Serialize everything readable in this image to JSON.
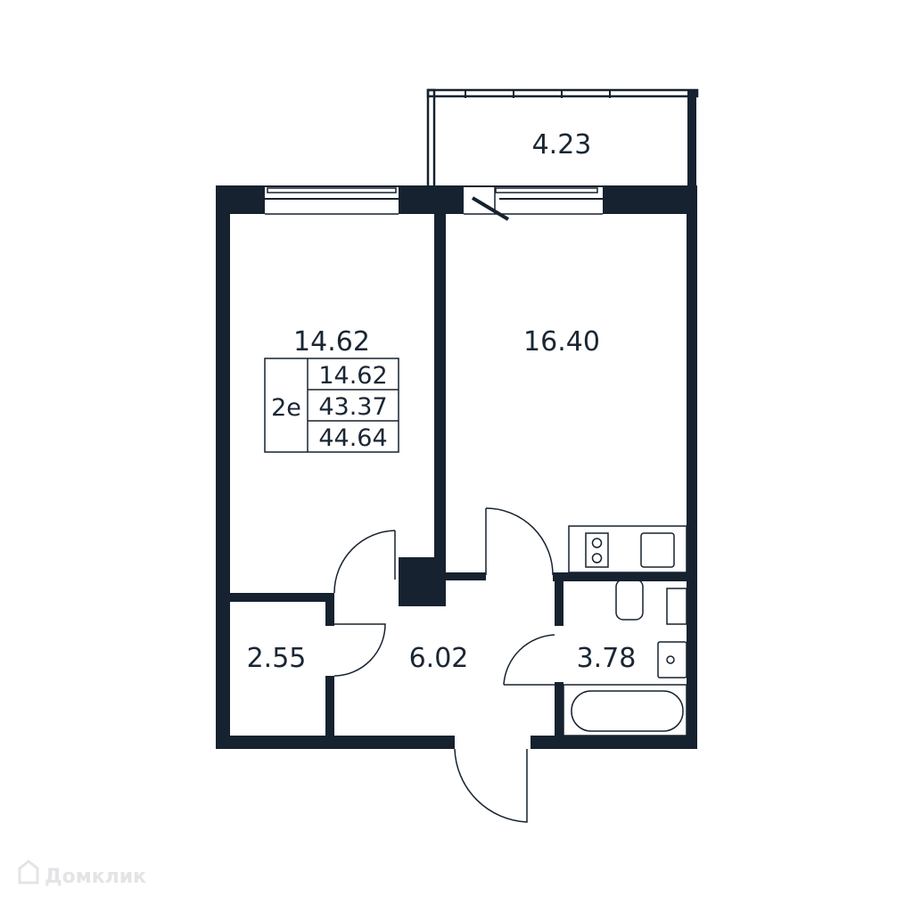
{
  "colors": {
    "wall": "#16222f",
    "background": "#ffffff",
    "watermark": "#e2e4e6"
  },
  "rooms": {
    "balcony": "4.23",
    "bedroom": "14.62",
    "living_kitchen": "16.40",
    "storage": "2.55",
    "hallway": "6.02",
    "bathroom": "3.78"
  },
  "summary": {
    "type": "2е",
    "living_area": "14.62",
    "total_area": "43.37",
    "total_with_balcony": "44.64"
  },
  "watermark": "Домклик"
}
